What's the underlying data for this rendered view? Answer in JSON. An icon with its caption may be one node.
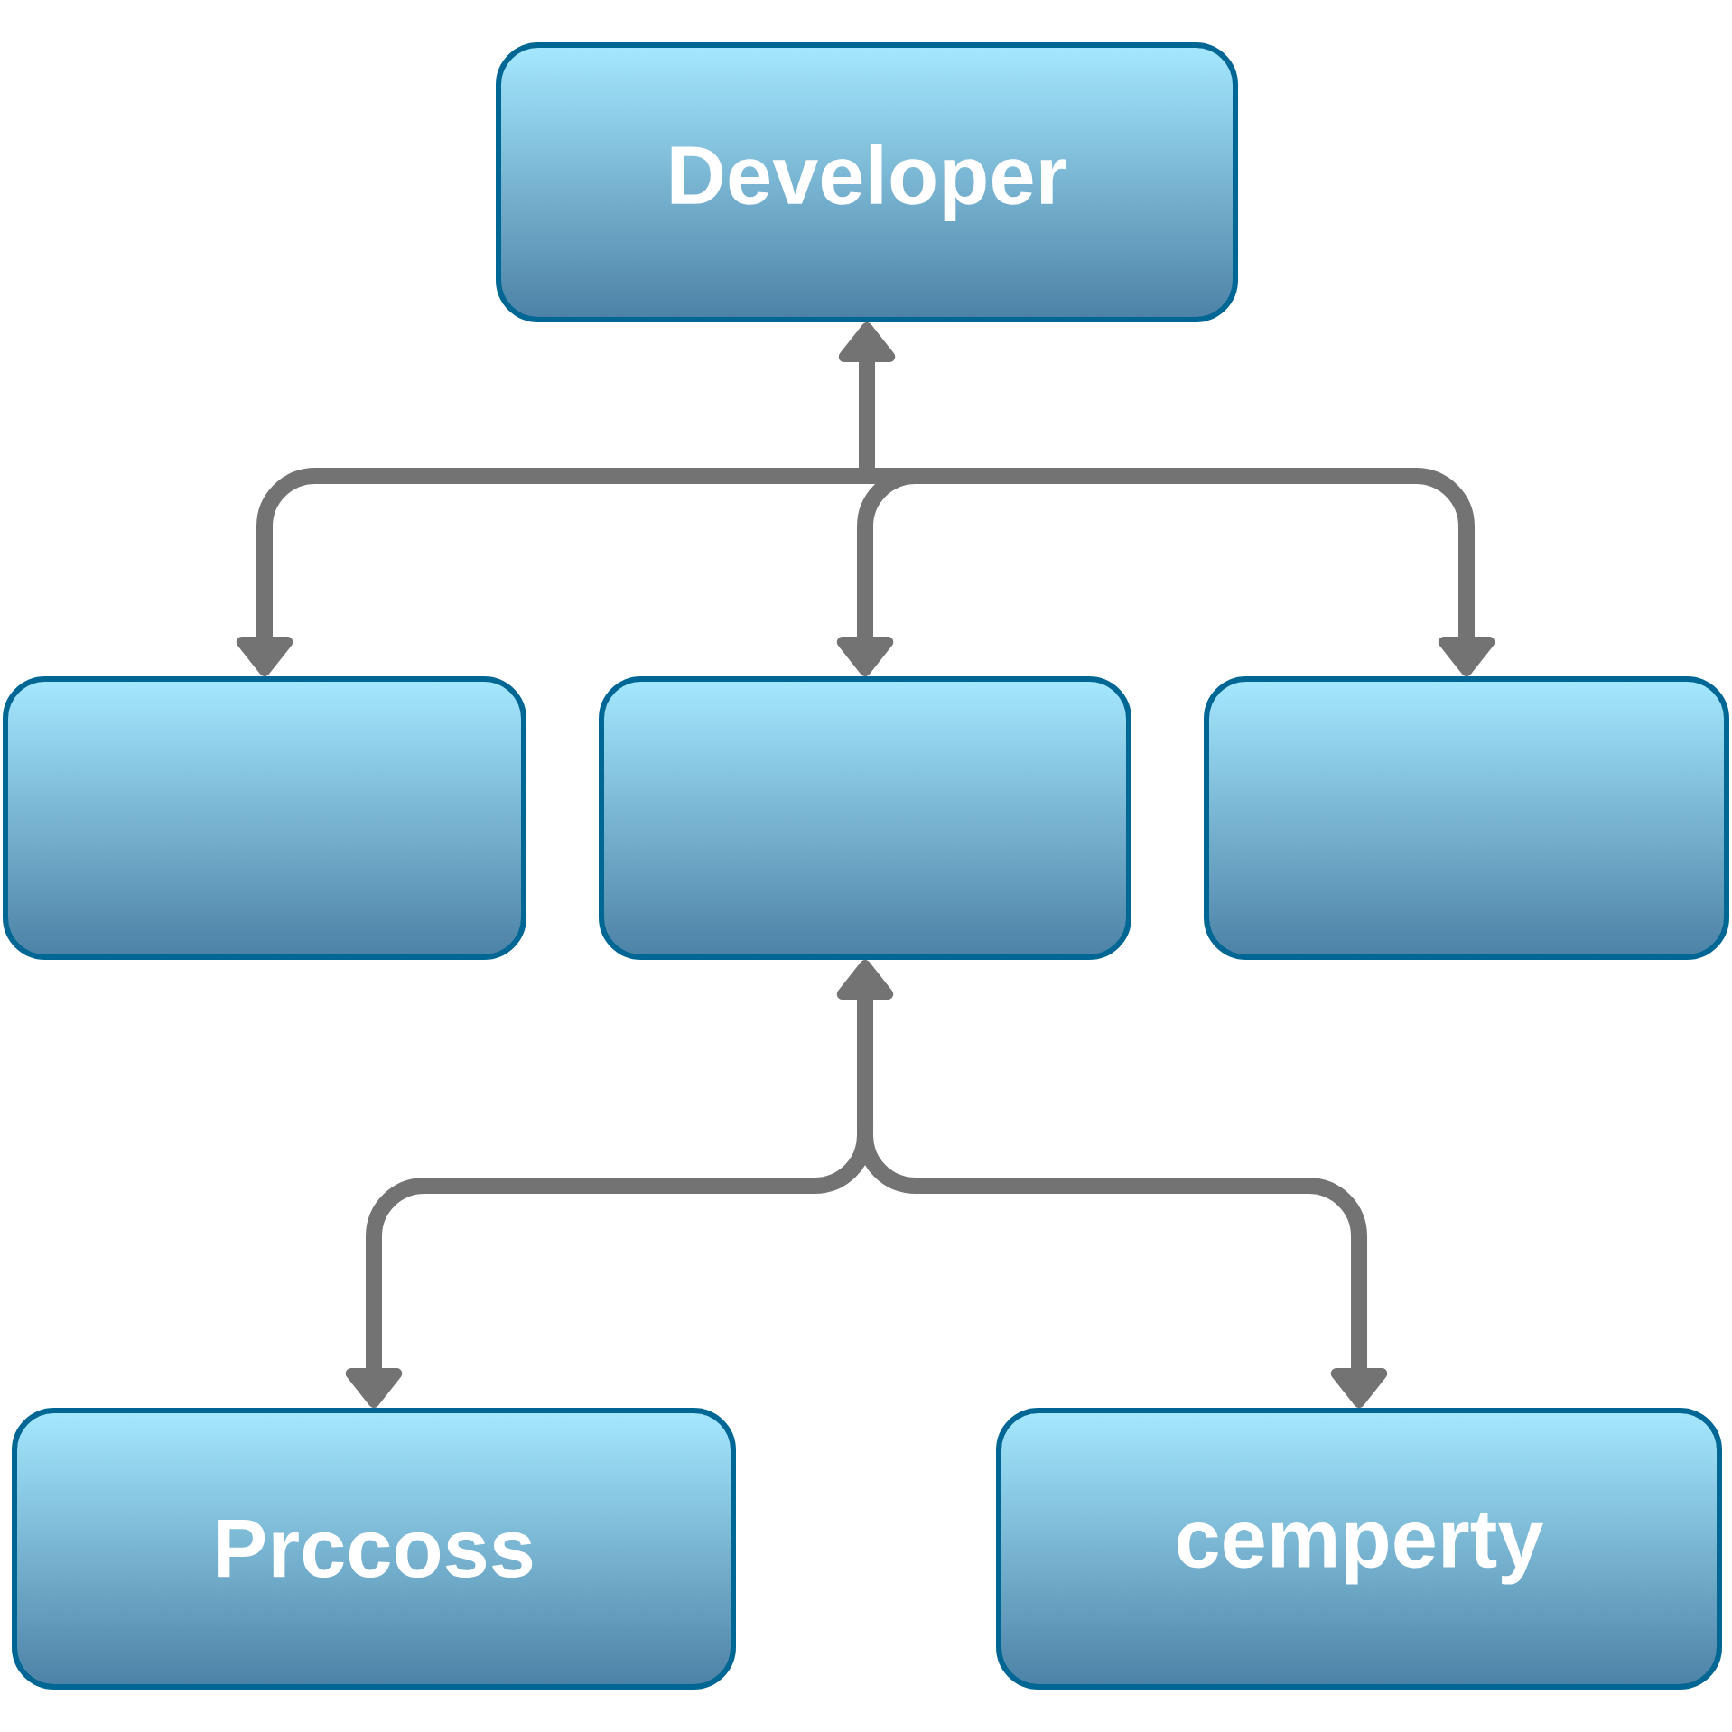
{
  "diagram": {
    "nodes": [
      {
        "text": [
          "Developer"
        ]
      },
      {
        "text": [],
        "shape": "box"
      },
      {
        "text": [],
        "shape": "box"
      },
      {
        "text": [],
        "shape": "box"
      },
      {
        "text": [
          "Prccoss"
        ]
      },
      {
        "text": [
          "cemperty"
        ]
      }
    ],
    "edges": [
      {
        "from": 0,
        "to": 1,
        "arrow": "both"
      },
      {
        "from": 0,
        "to": 2,
        "arrow": "both"
      },
      {
        "from": 0,
        "to": 3,
        "arrow": "both"
      },
      {
        "from": 2,
        "to": 4,
        "arrow": "both"
      },
      {
        "from": 2,
        "to": 5,
        "arrow": "both"
      }
    ]
  }
}
